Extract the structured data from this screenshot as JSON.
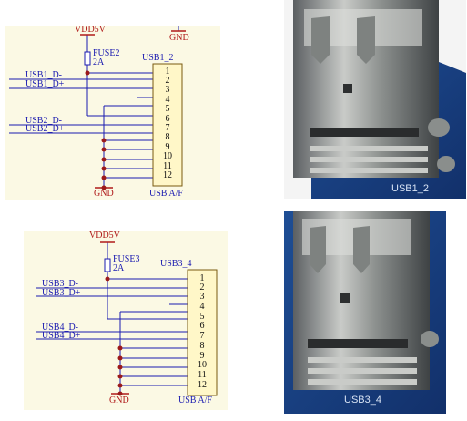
{
  "top_schematic": {
    "vdd_label": "VDD5V",
    "gnd_top_label": "GND",
    "gnd_bottom_label": "GND",
    "fuse_label": "FUSE2",
    "fuse_rating": "2A",
    "connector_ref": "USB1_2",
    "connector_type": "USB A/F",
    "nets": [
      "USB1_D-",
      "USB1_D+",
      "USB2_D-",
      "USB2_D+"
    ],
    "pins": [
      "1",
      "2",
      "3",
      "4",
      "5",
      "6",
      "7",
      "8",
      "9",
      "10",
      "11",
      "12"
    ]
  },
  "bottom_schematic": {
    "vdd_label": "VDD5V",
    "gnd_bottom_label": "GND",
    "fuse_label": "FUSE3",
    "fuse_rating": "2A",
    "connector_ref": "USB3_4",
    "connector_type": "USB A/F",
    "nets": [
      "USB3_D-",
      "USB3_D+",
      "USB4_D-",
      "USB4_D+"
    ],
    "pins": [
      "1",
      "2",
      "3",
      "4",
      "5",
      "6",
      "7",
      "8",
      "9",
      "10",
      "11",
      "12"
    ]
  },
  "photos": {
    "top_silkscreen": "USB1_2",
    "bottom_silkscreen": "USB3_4"
  },
  "colors": {
    "schematic_bg": "#fbf9e4",
    "wire": "#1a1ab0",
    "power": "#b01a1a",
    "connector_fill": "#fff7c8",
    "junction": "#9c1a1a",
    "pcb_blue": "#1d4e9a"
  }
}
